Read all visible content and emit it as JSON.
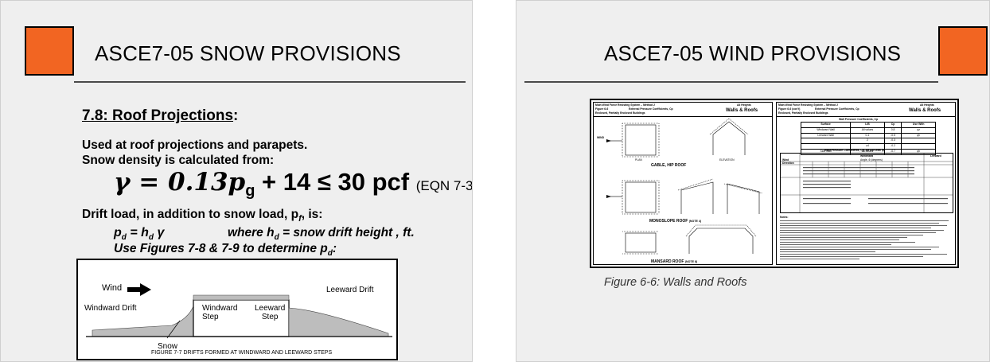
{
  "left_slide": {
    "title": "ASCE7-05 SNOW PROVISIONS",
    "section_number": "7.8: Roof Projections",
    "section_colon": ":",
    "intro_line1": "Used at roof projections and parapets.",
    "intro_line2": "Snow density is calculated from:",
    "equation": "γ = 0.13p",
    "equation_sub": "g",
    "equation_rest": " + 14 ≤ 30 pcf",
    "equation_ref": "(EQN 7-3)",
    "drift_line_a": "Drift load, in addition to snow load, p",
    "drift_line_sub": "f",
    "drift_line_b": ", is:",
    "pd_eq": "p",
    "pd_sub": "d",
    "pd_mid": " = h",
    "pd_sub2": "d",
    "pd_gamma": " γ",
    "where_a": "where h",
    "where_sub": "d",
    "where_b": " = snow drift height , ft.",
    "use_fig_a": "Use Figures 7-8 & 7-9 to determine p",
    "use_fig_sub": "d",
    "use_fig_b": ":",
    "figure": {
      "wind_label": "Wind",
      "windward_drift": "Windward Drift",
      "windward_step": "Windward\nStep",
      "leeward_step": "Leeward\nStep",
      "leeward_drift": "Leeward Drift",
      "snow": "Snow",
      "caption": "FIGURE 7-7  DRIFTS FORMED AT WINDWARD AND LEEWARD STEPS"
    }
  },
  "right_slide": {
    "title": "ASCE7-05 WIND PROVISIONS",
    "caption": "Figure 6-6: Walls and Roofs",
    "doc": {
      "left_header_1": "Main Wind Force Resisting System – Method 2",
      "left_header_2": "Figure 6-6",
      "left_header_3": "External Pressure Coefficients, Cp",
      "left_header_4": "Enclosed, Partially Enclosed Buildings",
      "left_header_right_1": "All Heights",
      "left_header_right_2": "Walls & Roofs",
      "label_gable": "GABLE, HIP ROOF",
      "label_mono": "MONOSLOPE ROOF",
      "label_mono_note": "(NOTE 4)",
      "label_mansard": "MANSARD ROOF",
      "label_mansard_note": "(NOTE 8)",
      "label_plan": "PLAN",
      "label_elevation": "ELEVATION",
      "label_wind": "WIND",
      "right_header_1": "Main Wind Force Resisting System – Method 2",
      "right_header_2": "Figure 6-6 (con't)",
      "right_header_3": "External Pressure Coefficients, Cp",
      "right_header_4": "Enclosed, Partially Enclosed Buildings",
      "right_header_right_1": "All Heights",
      "right_header_right_2": "Walls & Roofs",
      "wall_table_title": "Wall Pressure Coefficients, Cp",
      "wall_cols": [
        "Surface",
        "L/B",
        "Cp",
        "Use With"
      ],
      "wall_rows": [
        [
          "Windward Wall",
          "All values",
          "0.8",
          "qz"
        ],
        [
          "Leeward Wall",
          "0-1",
          "-0.5",
          "qh"
        ],
        [
          "",
          "2",
          "-0.3",
          ""
        ],
        [
          "",
          "≥4",
          "-0.2",
          ""
        ],
        [
          "Side Wall",
          "All values",
          "-0.7",
          "qh"
        ]
      ],
      "roof_table_title": "Roof Pressure Coefficients, Cp, for use with qh",
      "roof_windward": "Windward",
      "roof_leeward": "Leeward",
      "roof_angle": "Angle, θ (degrees)",
      "wind_direction": "Wind Direction",
      "notes_title": "Notes:"
    }
  }
}
